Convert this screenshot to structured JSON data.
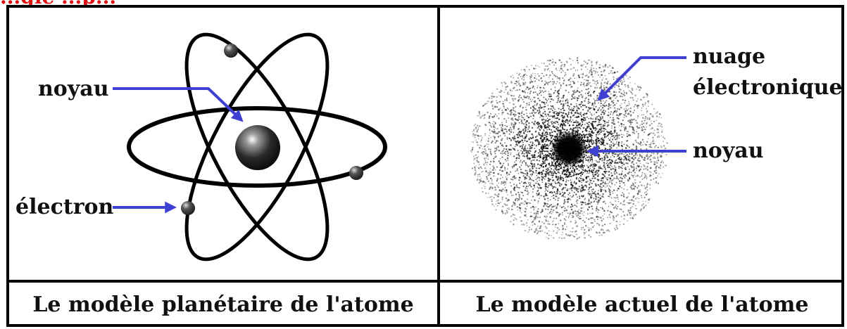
{
  "header": {
    "partial_title": "...gie ...p..."
  },
  "panels": {
    "planetary": {
      "caption": "Le modèle planétaire de l'atome",
      "label_nucleus": "noyau",
      "label_electron": "électron"
    },
    "current": {
      "caption": "Le modèle actuel de l'atome",
      "label_cloud_line1": "nuage",
      "label_cloud_line2": "électronique",
      "label_nucleus": "noyau"
    }
  },
  "colors": {
    "arrow": "#3f3fd2",
    "title": "#e01010",
    "ink": "#000000"
  }
}
